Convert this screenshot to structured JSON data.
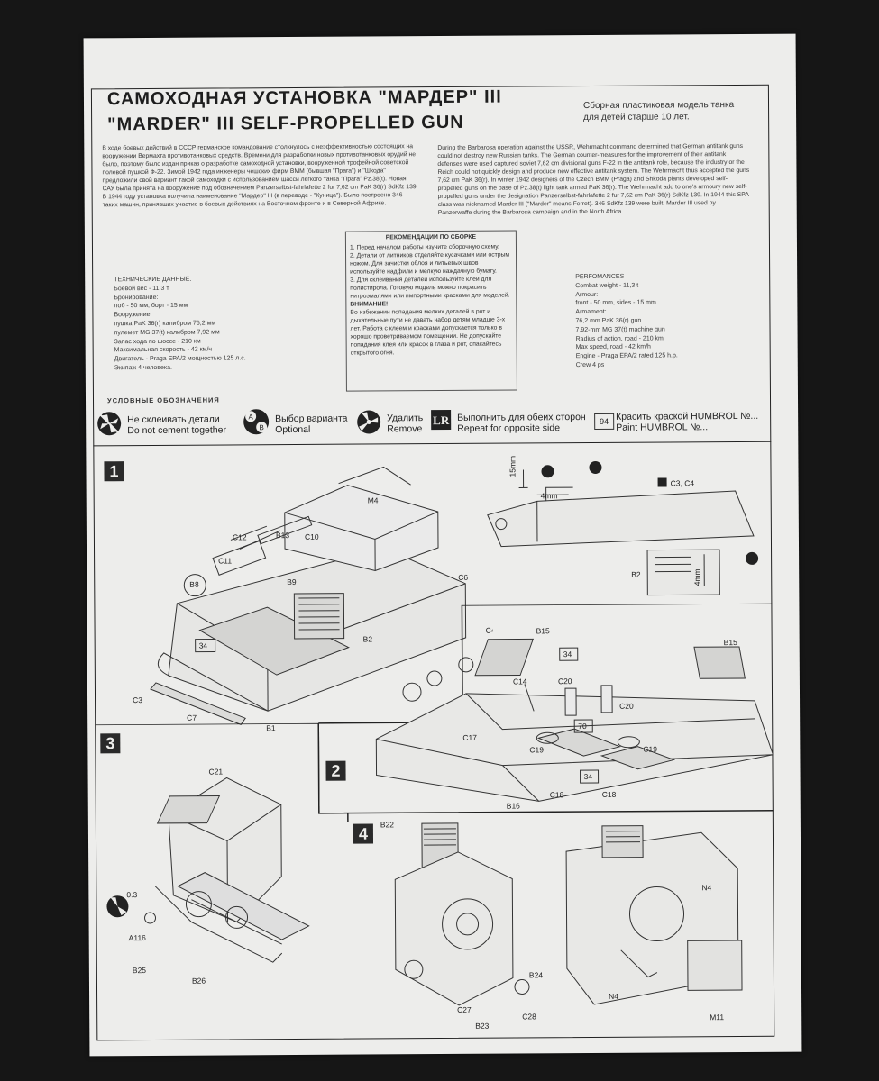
{
  "title": {
    "ru": "САМОХОДНАЯ УСТАНОВКА \"МАРДЕР\" III",
    "en": "\"MARDER\" III SELF-PROPELLED GUN"
  },
  "subtitle": [
    "Сборная пластиковая модель танка",
    "для детей старше 10 лет."
  ],
  "history_ru": "В ходе боевых действий в СССР германское командование столкнулось с неэффективностью состоящих на вооружении Вермахта противотанковых средств. Времени для разработки новых противотанковых орудий не было, поэтому было издан приказ о разработке самоходной установки, вооруженной трофейной советской полевой пушкой Ф-22. Зимой 1942 года инженеры чешских фирм ВММ (бывшая \"Прага\") и \"Шкода\" предложили свой вариант такой самоходки с использованием шасси легкого танка \"Прага\" Pz.38(t). Новая САУ была принята на вооружение под обозначением Panzerselbst-fahrlafette 2 fur 7,62 cm PaK 36(r) SdKfz 139. В 1944 году установка получила наименование \"Мардер\" III (в переводе - \"Куница\"). Было построено 346 таких машин, принявших участие в боевых действиях на Восточном фронте и в Северной Африке.",
  "history_en": "During the Barbarosa operation against the USSR, Wehrmacht command determined that German antitank guns could not destroy new Russian tanks. The German counter-measures for the improvement of their antitank defenses were used captured soviet 7,62 cm divisional guns F-22 in the antitank role, because the industry or the Reich could not quickly design and produce new effective antitank system. The Wehrmacht thus accepted the guns 7,62 cm PaK 36(r). In winter 1942 designers of the Czech BMM (Praga) and Shkoda plants developed self-propelled guns on the base of Pz.38(t) light tank armed PaK 36(r). The Wehrmacht add to one's armoury new self-propelled guns under the designation Panzerselbst-fahrlafette 2 fur 7,62 cm PaK 36(r) SdKfz 139. In 1944 this SPA class was nicknamed Marder III (\"Marder\" means Ferret). 346 SdKfz 139 were built. Marder III used by Panzerwaffe during the Barbarosa campaign and in the North Africa.",
  "recommendations": {
    "header": "РЕКОМЕНДАЦИИ ПО СБОРКЕ",
    "items": [
      "1. Перед началом работы изучите сборочную схему.",
      "2. Детали от литников отделяйте кусачками или острым ножом. Для зачистки облоя и литьевых швов используйте надфили и мелкую наждачную бумагу.",
      "3. Для склеивания деталей используйте клеи для полистирола. Готовую модель можно покрасить нитроэмалями или импортными красками для моделей."
    ],
    "warning_label": "ВНИМАНИЕ!",
    "warning": "Во избежании попадания мелких деталей в рот и дыхательные пути не давать набор детям младше 3-х лет. Работа с клеем и красками допускается только в хорошо проветриваемом помещении. Не допускайте попадания клея или красок в глаза и рот, опасайтесь открытого огня."
  },
  "specs_ru": [
    "ТЕХНИЧЕСКИЕ ДАННЫЕ.",
    "Боевой вес - 11,3 т",
    "Бронирование:",
    "лоб - 50 мм, борт - 15 мм",
    "Вооружение:",
    "пушка PaK 36(r) калибром 76,2 мм",
    "пулемет MG 37(t) калибром  7,92 мм",
    "Запас хода по шоссе - 210 км",
    "Максимальная скорость - 42 км/ч",
    "Двигатель - Praga EPA/2  мощностью 125 л.с.",
    "Экипаж 4 человека."
  ],
  "specs_en": [
    "PERFOMANCES",
    "Combat weight - 11,3 t",
    "Armour:",
    "front - 50 mm, sides - 15 mm",
    "Armament:",
    "76,2 mm PaK 36(r) gun",
    "7,92-mm MG 37(t) machine gun",
    "Radius of action, road - 210 km",
    "Max speed, road - 42 km/h",
    "Engine - Praga EPA/2  rated 125 h.p.",
    "Crew 4 ps"
  ],
  "legend": {
    "header": "УСЛОВНЫЕ ОБОЗНАЧЕНИЯ",
    "no_cement": [
      "Не склеивать детали",
      "Do not cement together"
    ],
    "optional": [
      "Выбор варианта",
      "Optional"
    ],
    "remove": [
      "Удалить",
      "Remove"
    ],
    "repeat": [
      "Выполнить для обеих сторон",
      "Repeat for opposite side"
    ],
    "paint": [
      "Красить краской HUMBROL №...",
      "Paint HUMBROL №..."
    ],
    "paint_code": "94",
    "lr": "LR",
    "opt_a": "A",
    "opt_b": "B"
  },
  "steps": {
    "s1": "1",
    "s2": "2",
    "s3": "3",
    "s4": "4",
    "s1_labels": {
      "m4": "M4",
      "c12": "C12",
      "b13": "B13",
      "c10": "C10",
      "c11": "C11",
      "b8": "B8",
      "b9": "B9",
      "c6": "C6",
      "b2": "B2",
      "c4": "C4",
      "c3": "C3",
      "c7": "C7",
      "b1": "B1",
      "paint34": "34"
    },
    "s1_inset": {
      "dim15": "15mm",
      "dim4": "4mm",
      "ref": "C3, C4",
      "b2": "B2",
      "dim4v": "4mm"
    },
    "s2_labels": {
      "b15a": "B15",
      "b15b": "B15",
      "p34a": "34",
      "p34b": "34",
      "p70": "70",
      "c14": "C14",
      "c20a": "C20",
      "c20b": "C20",
      "c17": "C17",
      "c19a": "C19",
      "c19b": "C19",
      "c18a": "C18",
      "c18b": "C18",
      "b16": "B16"
    },
    "s3_labels": {
      "c21": "C21",
      "dia": "0.3",
      "a116": "A116",
      "b25": "B25",
      "b26": "B26"
    },
    "s4_labels": {
      "b22": "B22",
      "b24": "B24",
      "c27": "C27",
      "c28": "C28",
      "b23": "B23",
      "n4a": "N4",
      "n4b": "N4",
      "m11": "M11"
    }
  }
}
